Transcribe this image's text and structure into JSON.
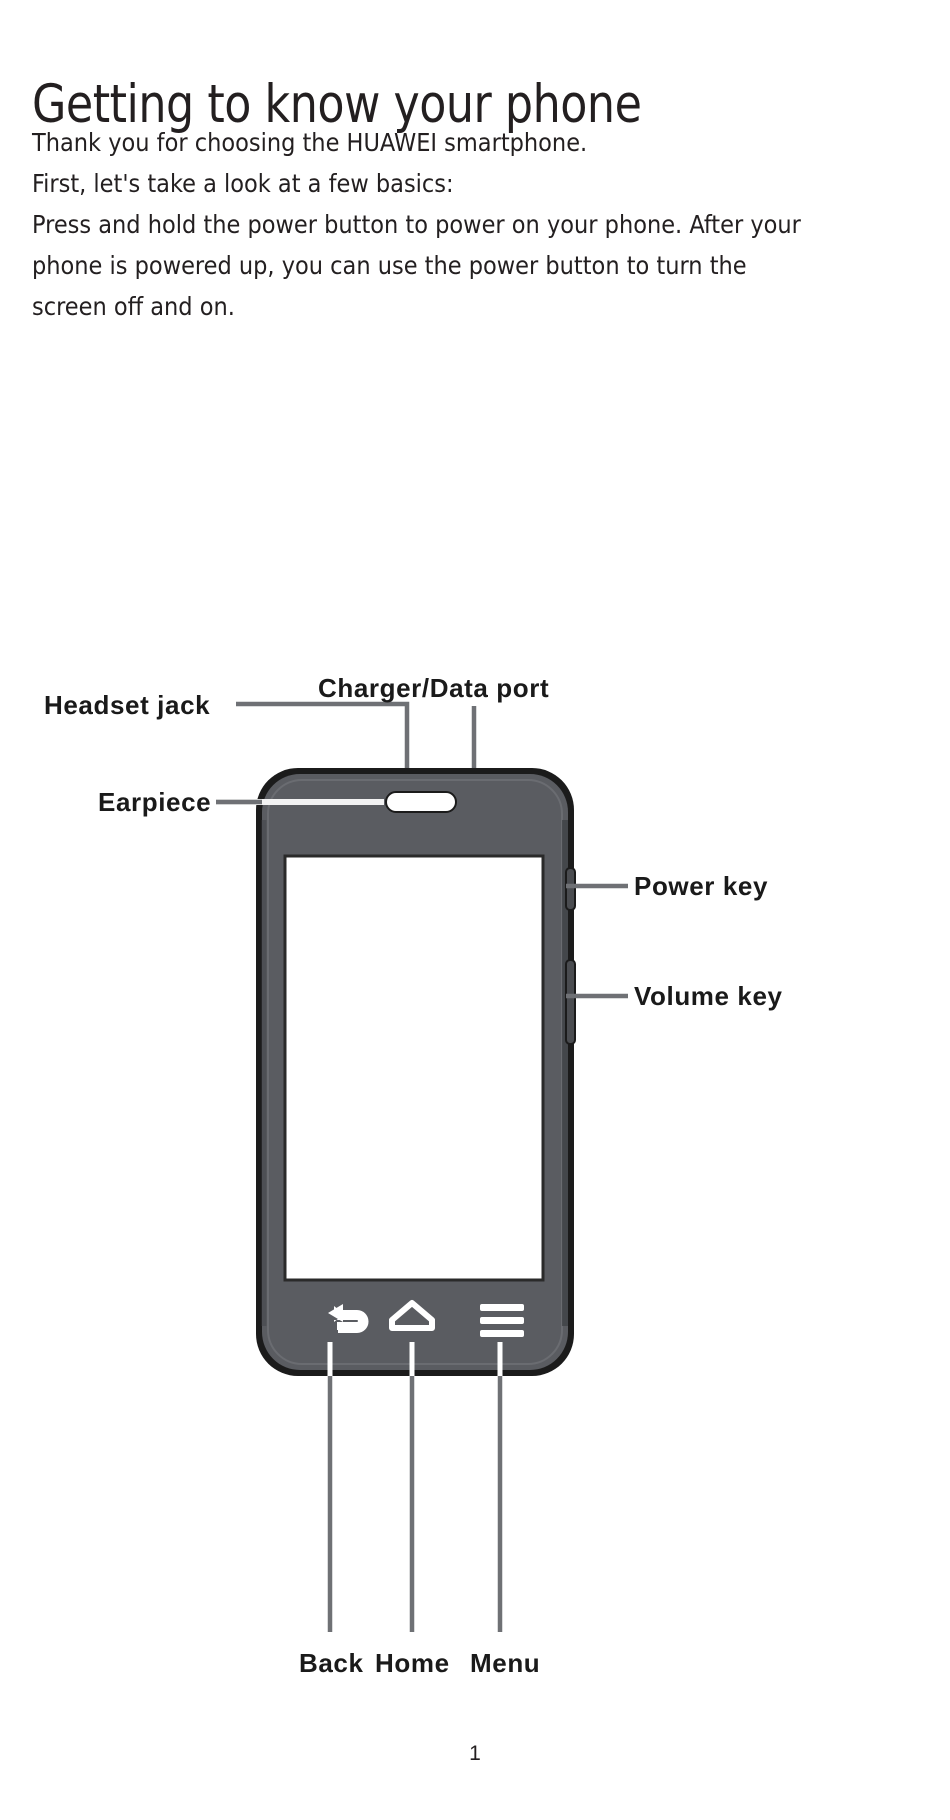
{
  "document": {
    "title": "Getting to know your phone",
    "body_lines": [
      "Thank you for choosing the HUAWEI smartphone.",
      "First, let's take a look at a few basics:",
      "Press and hold the power button to power on your phone. After your phone is powered up, you can use the power button to turn the screen off and on."
    ],
    "page_number": "1"
  },
  "diagram": {
    "name": "phone-front-callout-diagram",
    "labels": {
      "headset_jack": "Headset jack",
      "charger_data_port": "Charger/Data port",
      "earpiece": "Earpiece",
      "power_key": "Power key",
      "volume_key": "Volume key",
      "back": "Back",
      "home": "Home",
      "menu": "Menu"
    },
    "nav_icons": {
      "back": "back-arrow-icon",
      "home": "home-icon",
      "menu": "menu-bars-icon"
    },
    "colors": {
      "body": "#5a5c61",
      "body_dark": "#4e5055",
      "outline": "#1b1b1b",
      "screen": "#ffffff",
      "leader_dark": "#6f7175",
      "leader_light": "#f2f2f2",
      "text": "#1a1a1a"
    }
  }
}
